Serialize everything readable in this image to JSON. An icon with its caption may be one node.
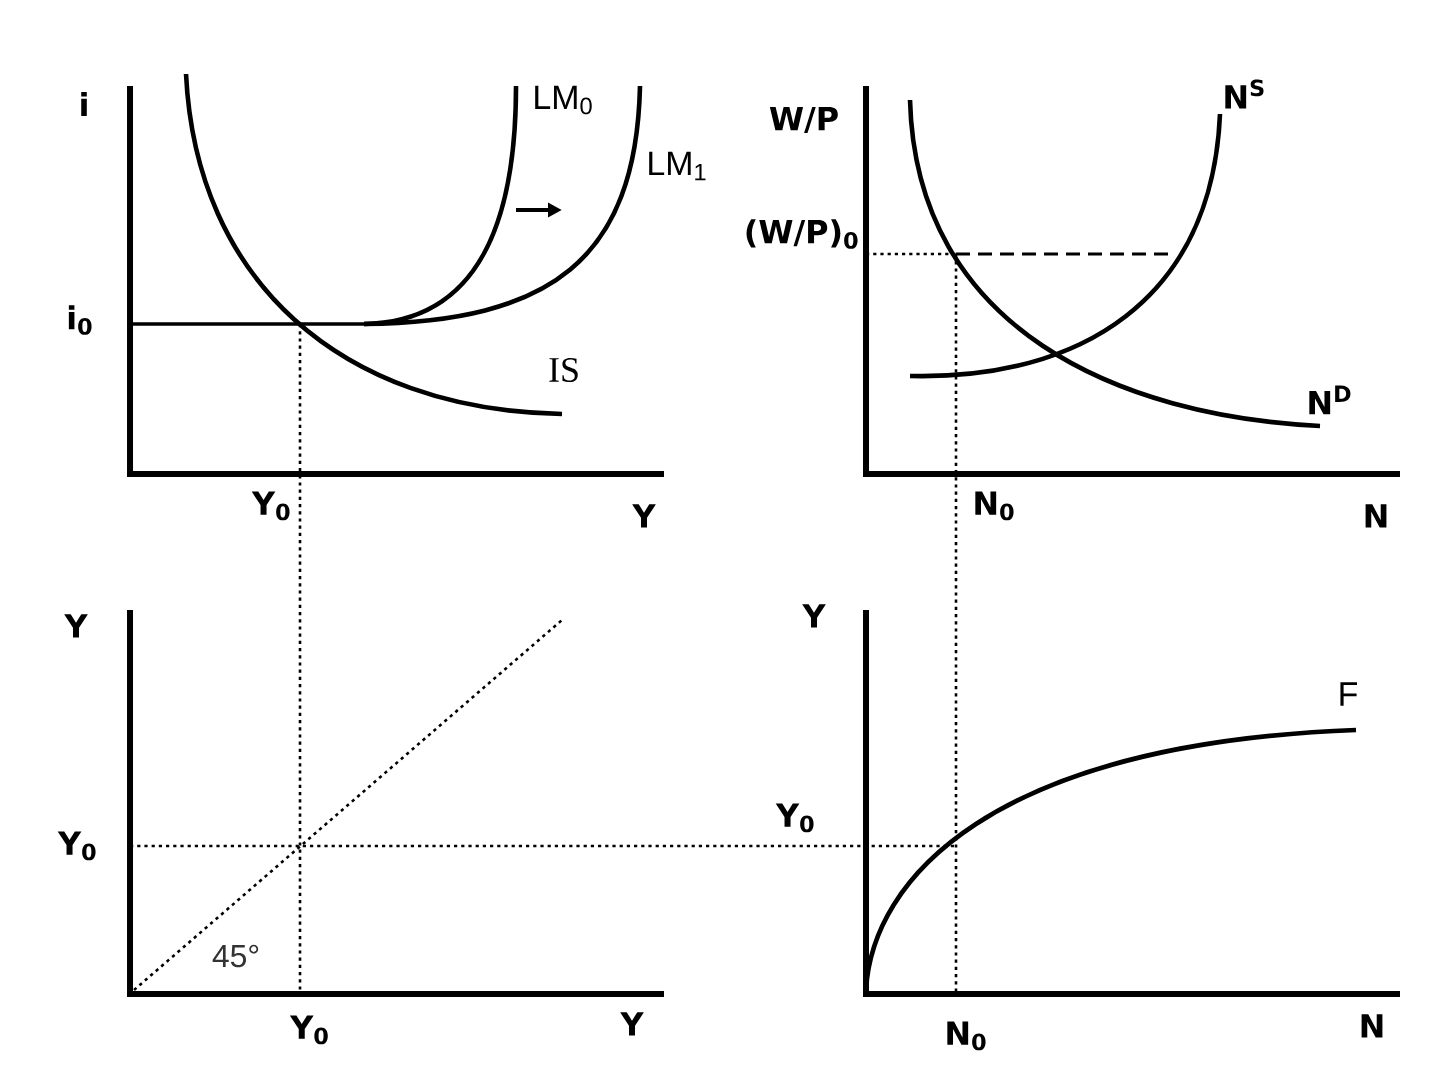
{
  "diagram": {
    "labels": [
      "i",
      "LM$_{0}$",
      "W/P",
      "N$^{S}$",
      "LM$_{1}$",
      "(W/P)$_{0}$",
      "i$_{0}$",
      "IS",
      "N$^{D}$",
      "Y$_{0}$",
      "Y",
      "N$_{0}$",
      "N",
      "Y",
      "Y",
      "F",
      "Y$_{0}$",
      "Y$_{0}$",
      "45°",
      "Y$_{0}$",
      "Y",
      "N$_{0}$",
      "N"
    ]
  }
}
